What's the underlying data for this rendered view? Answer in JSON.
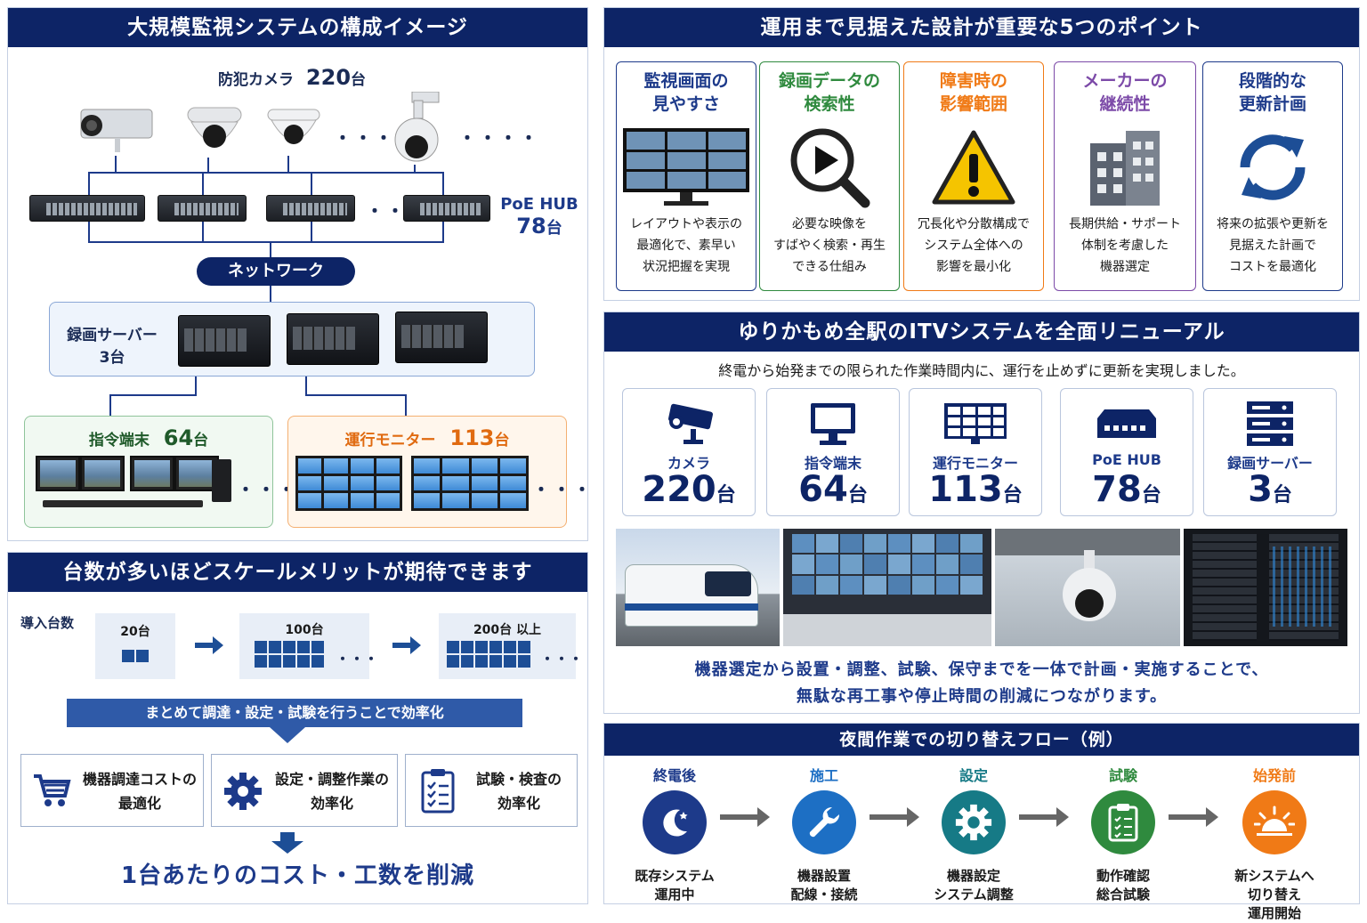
{
  "colors": {
    "navy": "#0d2466",
    "blue": "#1d3a8a",
    "green": "#2f8a3e",
    "orange": "#f07a16",
    "purple": "#7c4aa8"
  },
  "system": {
    "title": "大規模監視システムの構成イメージ",
    "camera_label": "防犯カメラ",
    "camera_count": "220",
    "unit": "台",
    "hub_label": "PoE HUB",
    "hub_count": "78",
    "network": "ネットワーク",
    "server_label": "録画サーバー",
    "server_count": "3",
    "terminal_label": "指令端末",
    "terminal_count": "64",
    "monitor_label": "運行モニター",
    "monitor_count": "113",
    "ellipsis": "・・・・",
    "ellipsis_short": "・・・"
  },
  "scale": {
    "title": "台数が多いほどスケールメリットが期待できます",
    "intro_label": "導入台数",
    "steps": [
      "20台",
      "100台",
      "200台 以上"
    ],
    "banner": "まとめて調達・設定・試験を行うことで効率化",
    "merits": [
      {
        "icon": "cart-icon",
        "text": "機器調達コストの\n最適化"
      },
      {
        "icon": "gear-icon",
        "text": "設定・調整作業の\n効率化"
      },
      {
        "icon": "checklist-icon",
        "text": "試験・検査の\n効率化"
      }
    ],
    "result": "1台あたりのコスト・工数を削減"
  },
  "points": {
    "title": "運用まで見据えた設計が重要な5つのポイント",
    "items": [
      {
        "title": "監視画面の\n見やすさ",
        "desc": "レイアウトや表示の\n最適化で、素早い\n状況把握を実現",
        "icon": "monitor-grid-icon",
        "color": "#1d3a8a"
      },
      {
        "title": "録画データの\n検索性",
        "desc": "必要な映像を\nすばやく検索・再生\nできる仕組み",
        "icon": "search-play-icon",
        "color": "#2f8a3e"
      },
      {
        "title": "障害時の\n影響範囲",
        "desc": "冗長化や分散構成で\nシステム全体への\n影響を最小化",
        "icon": "warning-icon",
        "color": "#f07a16"
      },
      {
        "title": "メーカーの\n継続性",
        "desc": "長期供給・サポート\n体制を考慮した\n機器選定",
        "icon": "building-icon",
        "color": "#7c4aa8"
      },
      {
        "title": "段階的な\n更新計画",
        "desc": "将来の拡張や更新を\n見据えた計画で\nコストを最適化",
        "icon": "refresh-icon",
        "color": "#1d3a8a"
      }
    ]
  },
  "renewal": {
    "title": "ゆりかもめ全駅のITVシステムを全面リニューアル",
    "subtitle": "終電から始発までの限られた作業時間内に、運行を止めずに更新を実現しました。",
    "stats": [
      {
        "label": "カメラ",
        "value": "220",
        "icon": "camera-icon"
      },
      {
        "label": "指令端末",
        "value": "64",
        "icon": "terminal-icon"
      },
      {
        "label": "運行モニター",
        "value": "113",
        "icon": "monitor-wall-icon"
      },
      {
        "label": "PoE HUB",
        "value": "78",
        "icon": "hub-icon"
      },
      {
        "label": "録画サーバー",
        "value": "3",
        "icon": "server-icon"
      }
    ],
    "unit": "台",
    "note1": "機器選定から設置・調整、試験、保守までを一体で計画・実施することで、",
    "note2": "無駄な再工事や停止時間の削減につながります。"
  },
  "flow": {
    "title": "夜間作業での切り替えフロー（例）",
    "steps": [
      {
        "title": "終電後",
        "desc": "既存システム\n運用中",
        "icon": "moon-icon",
        "color": "#1d3a8a"
      },
      {
        "title": "施工",
        "desc": "機器設置\n配線・接続",
        "icon": "wrench-icon",
        "color": "#1d6fc4"
      },
      {
        "title": "設定",
        "desc": "機器設定\nシステム調整",
        "icon": "gear-icon",
        "color": "#167a86"
      },
      {
        "title": "試験",
        "desc": "動作確認\n総合試験",
        "icon": "clipboard-icon",
        "color": "#2f8a3e"
      },
      {
        "title": "始発前",
        "desc": "新システムへ\n切り替え\n運用開始",
        "icon": "sunrise-icon",
        "color": "#f07a16"
      }
    ]
  }
}
